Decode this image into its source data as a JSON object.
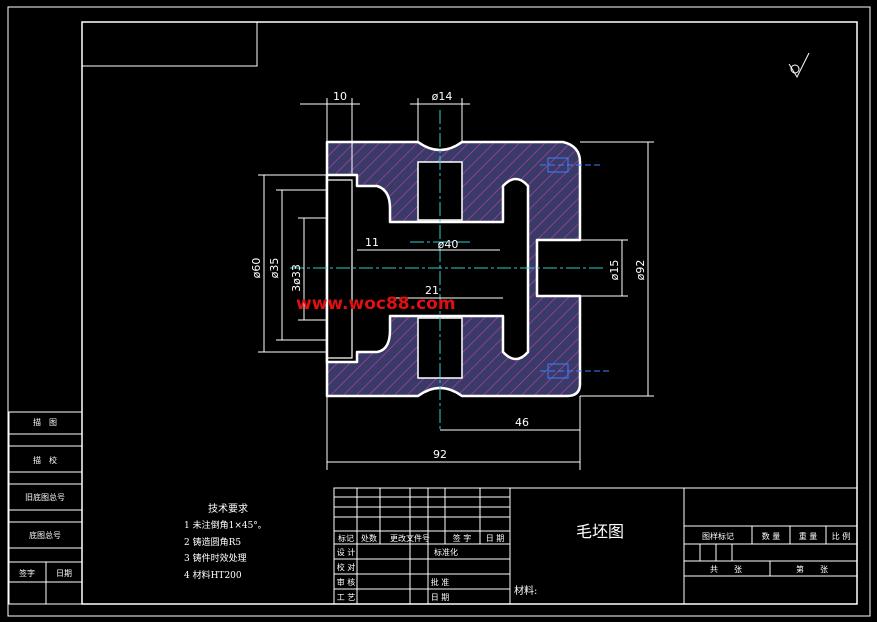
{
  "drawing": {
    "title": "毛坯图",
    "material_label": "材料:",
    "watermark": "www.woc88.com",
    "tech_requirements": {
      "heading": "技术要求",
      "items": [
        "1 未注倒角1×45°。",
        "2 铸造圆角R5",
        "3 铸件时效处理",
        "4 材料HT200"
      ]
    },
    "dimensions": {
      "d10": "10",
      "d14": "ø14",
      "d60": "ø60",
      "d35": "ø35",
      "d3xM33": "3ø33",
      "d11": "11",
      "d40": "ø40",
      "d21": "21",
      "d15": "ø15",
      "d92dia": "ø92",
      "d46": "46",
      "d92": "92"
    },
    "left_box": {
      "row1": "描　图",
      "row2": "描　校",
      "row3": "旧底图总号",
      "row4": "底图总号",
      "sign": "签字",
      "date": "日期"
    },
    "title_block": {
      "h_mark": "标记",
      "h_count": "处数",
      "h_doc": "更改文件号",
      "h_sign": "签 字",
      "h_date": "日 期",
      "design": "设 计",
      "standard": "标准化",
      "check": "校 对",
      "review": "审 核",
      "approve": "批 准",
      "process": "工 艺",
      "date2": "日 期",
      "stage_mark": "图样标记",
      "quantity": "数 量",
      "weight": "重 量",
      "scale": "比 例",
      "total": "共　　张",
      "sheet": "第　　张"
    }
  }
}
